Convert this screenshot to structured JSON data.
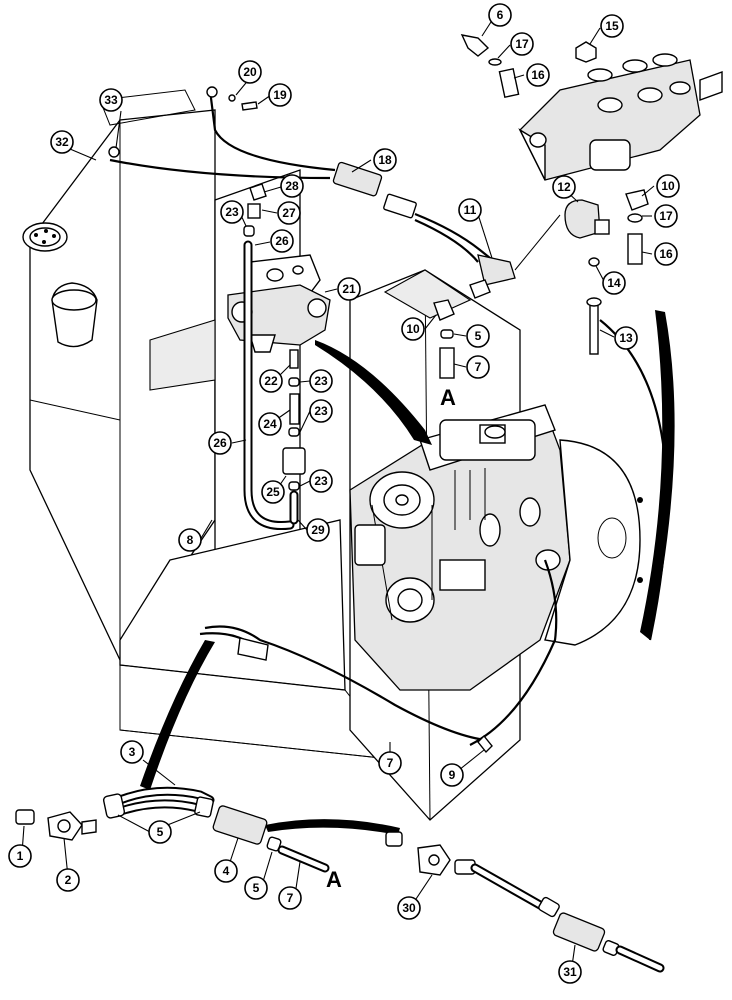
{
  "ref_letters": [
    "A",
    "A"
  ],
  "callouts": [
    {
      "id": "c6",
      "label": "6"
    },
    {
      "id": "c15",
      "label": "15"
    },
    {
      "id": "c17a",
      "label": "17"
    },
    {
      "id": "c16a",
      "label": "16"
    },
    {
      "id": "c20",
      "label": "20"
    },
    {
      "id": "c19",
      "label": "19"
    },
    {
      "id": "c33",
      "label": "33"
    },
    {
      "id": "c32",
      "label": "32"
    },
    {
      "id": "c18",
      "label": "18"
    },
    {
      "id": "c28",
      "label": "28"
    },
    {
      "id": "c23a",
      "label": "23"
    },
    {
      "id": "c27",
      "label": "27"
    },
    {
      "id": "c26a",
      "label": "26"
    },
    {
      "id": "c11",
      "label": "11"
    },
    {
      "id": "c12",
      "label": "12"
    },
    {
      "id": "c10a",
      "label": "10"
    },
    {
      "id": "c17b",
      "label": "17"
    },
    {
      "id": "c16b",
      "label": "16"
    },
    {
      "id": "c14",
      "label": "14"
    },
    {
      "id": "c21",
      "label": "21"
    },
    {
      "id": "c10b",
      "label": "10"
    },
    {
      "id": "c5a",
      "label": "5"
    },
    {
      "id": "c13",
      "label": "13"
    },
    {
      "id": "c7a",
      "label": "7"
    },
    {
      "id": "c22",
      "label": "22"
    },
    {
      "id": "c23b",
      "label": "23"
    },
    {
      "id": "c24",
      "label": "24"
    },
    {
      "id": "c23c",
      "label": "23"
    },
    {
      "id": "c26b",
      "label": "26"
    },
    {
      "id": "c25",
      "label": "25"
    },
    {
      "id": "c23d",
      "label": "23"
    },
    {
      "id": "c29",
      "label": "29"
    },
    {
      "id": "c8",
      "label": "8"
    },
    {
      "id": "c3",
      "label": "3"
    },
    {
      "id": "c7b",
      "label": "7"
    },
    {
      "id": "c9",
      "label": "9"
    },
    {
      "id": "c5b",
      "label": "5"
    },
    {
      "id": "c1",
      "label": "1"
    },
    {
      "id": "c2",
      "label": "2"
    },
    {
      "id": "c4",
      "label": "4"
    },
    {
      "id": "c5c",
      "label": "5"
    },
    {
      "id": "c7c",
      "label": "7"
    },
    {
      "id": "c30",
      "label": "30"
    },
    {
      "id": "c31",
      "label": "31"
    }
  ]
}
